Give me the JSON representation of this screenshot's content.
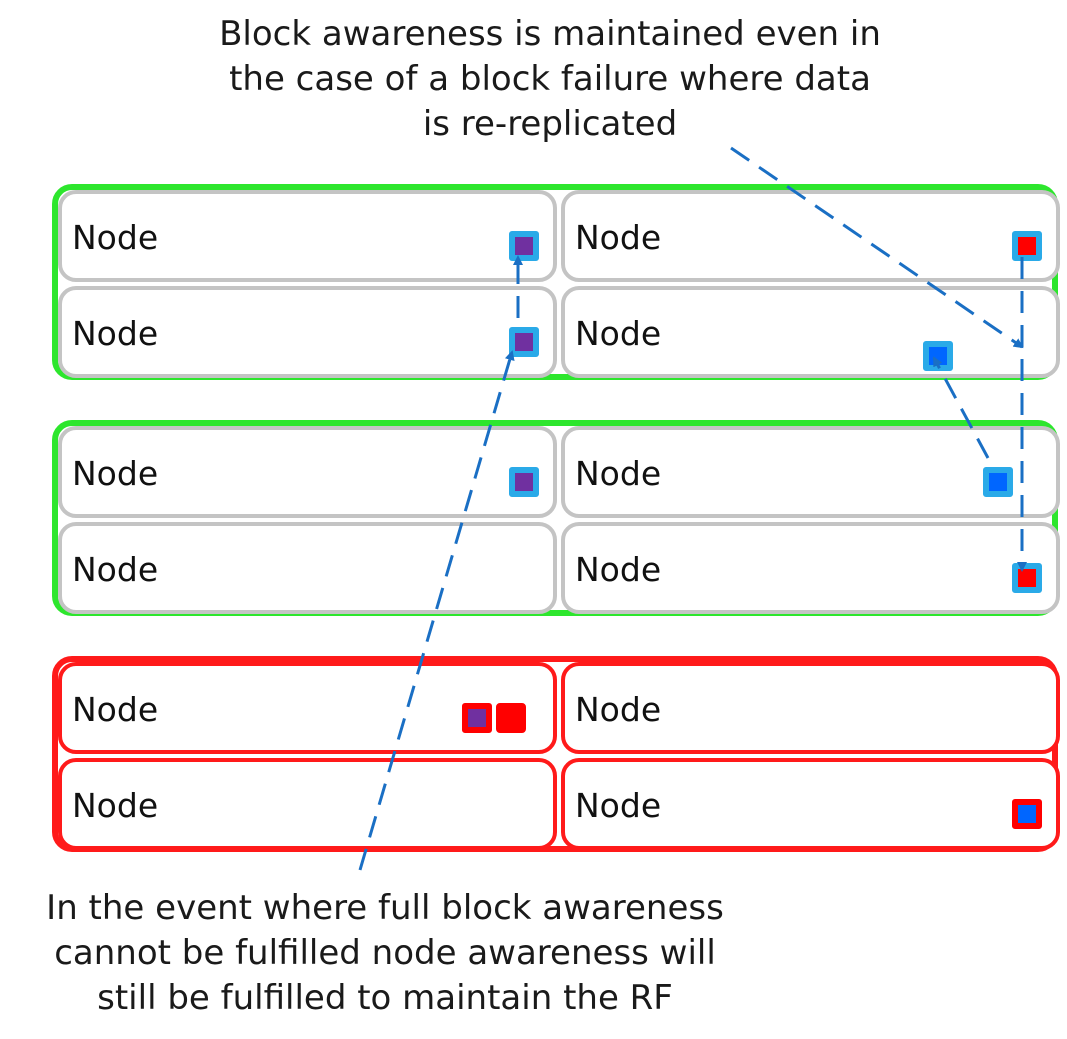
{
  "captions": {
    "top": [
      "Block awareness is maintained even in",
      "the case of a block failure where data",
      "is re-replicated"
    ],
    "bottom": [
      "In the event where full block awareness",
      "cannot be fulfilled node awareness will",
      "still be fulfilled to maintain the RF"
    ]
  },
  "node_label": "Node",
  "colors": {
    "healthy_block": "#2de62d",
    "failed_block": "#ff1a1a",
    "node_border": "#c4c4c4",
    "replica_border": "#2aaae8",
    "purple_data": "#7030a0",
    "red_data": "#ff0000",
    "blue_data": "#0066ff",
    "arrow": "#1a6fc4"
  },
  "blocks": [
    {
      "status": "healthy",
      "nodes": [
        {
          "label": "Node",
          "data": [
            "purple"
          ]
        },
        {
          "label": "Node",
          "data": [
            "red"
          ]
        },
        {
          "label": "Node",
          "data": [
            "purple"
          ]
        },
        {
          "label": "Node",
          "data": [
            "blue"
          ]
        }
      ]
    },
    {
      "status": "healthy",
      "nodes": [
        {
          "label": "Node",
          "data": [
            "purple"
          ]
        },
        {
          "label": "Node",
          "data": [
            "blue"
          ]
        },
        {
          "label": "Node",
          "data": []
        },
        {
          "label": "Node",
          "data": [
            "red"
          ]
        }
      ]
    },
    {
      "status": "failed",
      "nodes": [
        {
          "label": "Node",
          "data": [
            "purple",
            "red"
          ]
        },
        {
          "label": "Node",
          "data": []
        },
        {
          "label": "Node",
          "data": []
        },
        {
          "label": "Node",
          "data": [
            "blue"
          ]
        }
      ]
    }
  ]
}
